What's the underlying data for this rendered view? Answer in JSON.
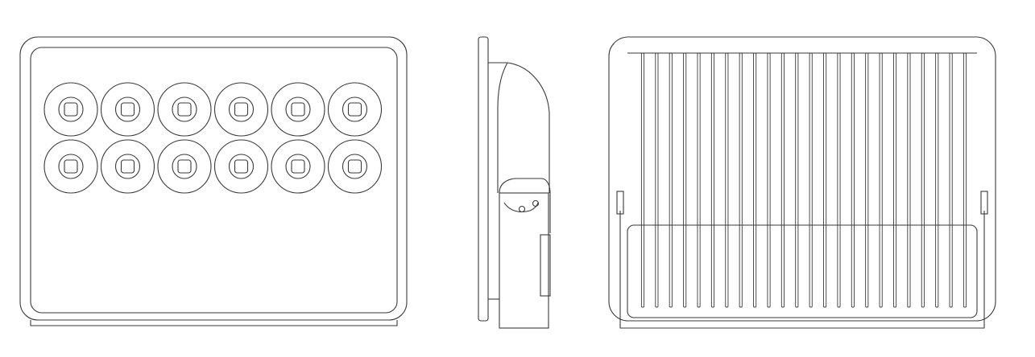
{
  "drawing": {
    "views": [
      "front-view",
      "side-view",
      "back-view"
    ],
    "line_color": "#3a3a3a",
    "background": "#ffffff",
    "front": {
      "led_rows": 2,
      "led_columns": 6
    },
    "back": {
      "heat_sink_fins": 24
    }
  }
}
